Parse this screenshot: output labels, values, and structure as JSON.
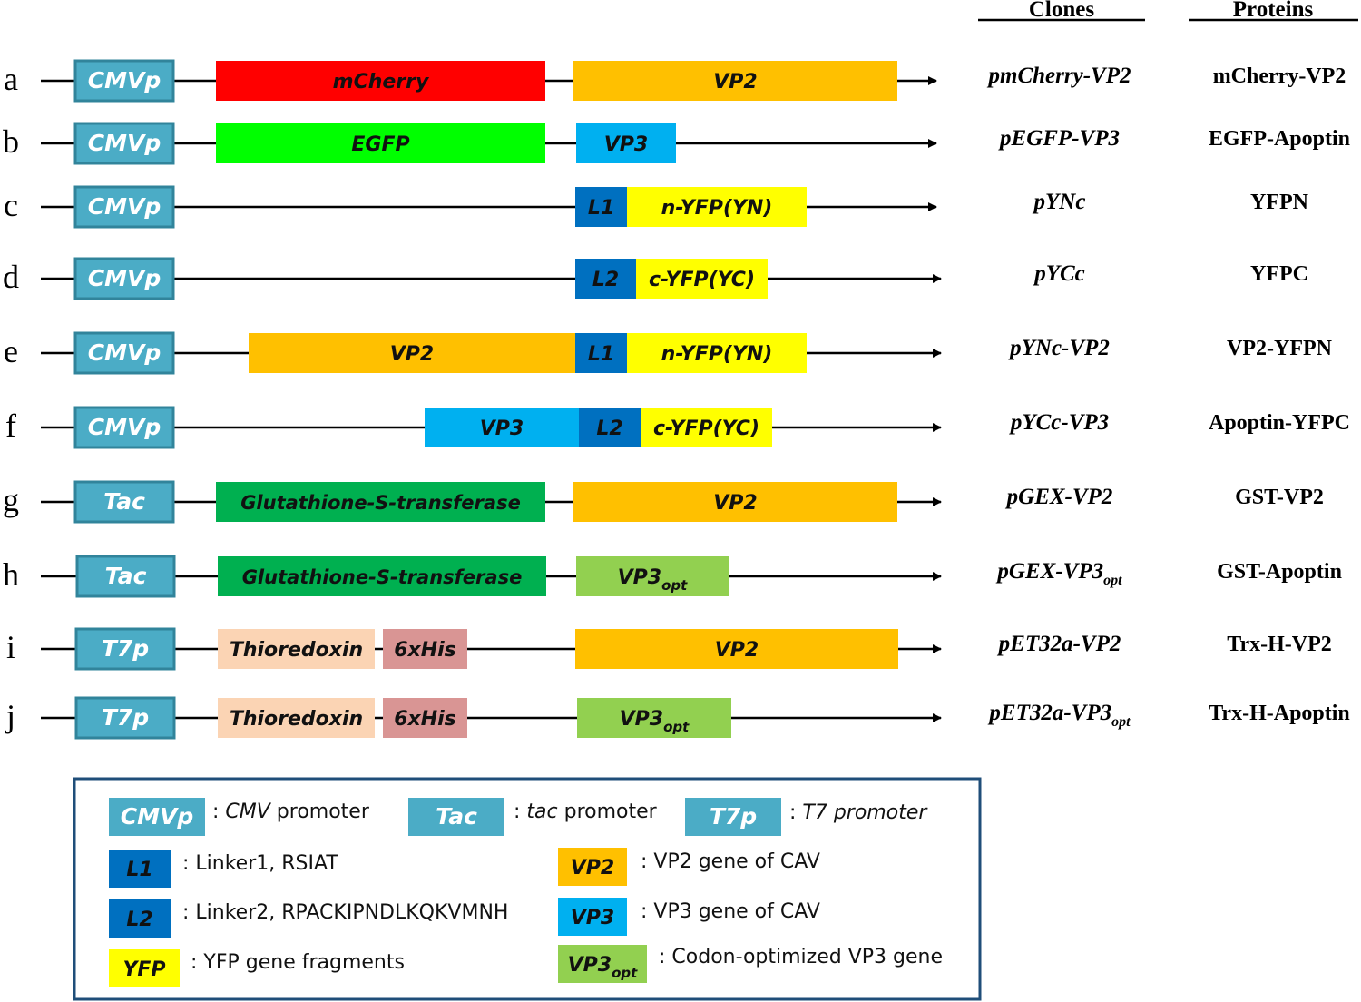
{
  "headers": {
    "clones": "Clones",
    "proteins": "Proteins"
  },
  "colors": {
    "promoter": "#4bacc6",
    "promoter_border": "#31849b",
    "mcherry": "#ff0000",
    "vp2": "#ffc000",
    "egfp": "#00ff00",
    "vp3": "#00b0f0",
    "linker": "#0070c0",
    "yfp": "#ffff00",
    "gst": "#00b050",
    "vp3opt": "#92d050",
    "thioredoxin": "#fbd4b4",
    "his": "#d99594",
    "legend_border": "#1f4e79"
  },
  "constructs": [
    {
      "letter": "a",
      "clone": "pmCherry-VP2",
      "clone_sub": "",
      "protein": "mCherry-VP2",
      "blocks": [
        {
          "label": "CMVp",
          "color": "promoter"
        },
        {
          "label": "mCherry",
          "color": "mcherry"
        },
        {
          "label": "VP2",
          "color": "vp2"
        }
      ]
    },
    {
      "letter": "b",
      "clone": "pEGFP-VP3",
      "clone_sub": "",
      "protein": "EGFP-Apoptin",
      "blocks": [
        {
          "label": "CMVp",
          "color": "promoter"
        },
        {
          "label": "EGFP",
          "color": "egfp"
        },
        {
          "label": "VP3",
          "color": "vp3"
        }
      ]
    },
    {
      "letter": "c",
      "clone": "pYNc",
      "clone_sub": "",
      "protein": "YFPN",
      "blocks": [
        {
          "label": "CMVp",
          "color": "promoter"
        },
        {
          "label": "L1",
          "color": "linker"
        },
        {
          "label": "n-YFP(YN)",
          "color": "yfp"
        }
      ]
    },
    {
      "letter": "d",
      "clone": "pYCc",
      "clone_sub": "",
      "protein": "YFPC",
      "blocks": [
        {
          "label": "CMVp",
          "color": "promoter"
        },
        {
          "label": "L2",
          "color": "linker"
        },
        {
          "label": "c-YFP(YC)",
          "color": "yfp"
        }
      ]
    },
    {
      "letter": "e",
      "clone": "pYNc-VP2",
      "clone_sub": "",
      "protein": "VP2-YFPN",
      "blocks": [
        {
          "label": "CMVp",
          "color": "promoter"
        },
        {
          "label": "VP2",
          "color": "vp2"
        },
        {
          "label": "L1",
          "color": "linker"
        },
        {
          "label": "n-YFP(YN)",
          "color": "yfp"
        }
      ]
    },
    {
      "letter": "f",
      "clone": "pYCc-VP3",
      "clone_sub": "",
      "protein": "Apoptin-YFPC",
      "blocks": [
        {
          "label": "CMVp",
          "color": "promoter"
        },
        {
          "label": "VP3",
          "color": "vp3"
        },
        {
          "label": "L2",
          "color": "linker"
        },
        {
          "label": "c-YFP(YC)",
          "color": "yfp"
        }
      ]
    },
    {
      "letter": "g",
      "clone": "pGEX-VP2",
      "clone_sub": "",
      "protein": "GST-VP2",
      "blocks": [
        {
          "label": "Tac",
          "color": "promoter"
        },
        {
          "label": "Glutathione-S-transferase",
          "color": "gst"
        },
        {
          "label": "VP2",
          "color": "vp2"
        }
      ]
    },
    {
      "letter": "h",
      "clone": "pGEX-VP3",
      "clone_sub": "opt",
      "protein": "GST-Apoptin",
      "blocks": [
        {
          "label": "Tac",
          "color": "promoter"
        },
        {
          "label": "Glutathione-S-transferase",
          "color": "gst"
        },
        {
          "label": "VP3",
          "sub": "opt",
          "color": "vp3opt"
        }
      ]
    },
    {
      "letter": "i",
      "clone": "pET32a-VP2",
      "clone_sub": "",
      "protein": "Trx-H-VP2",
      "blocks": [
        {
          "label": "T7p",
          "color": "promoter"
        },
        {
          "label": "Thioredoxin",
          "color": "thioredoxin"
        },
        {
          "label": "6xHis",
          "color": "his"
        },
        {
          "label": "VP2",
          "color": "vp2"
        }
      ]
    },
    {
      "letter": "j",
      "clone": "pET32a-VP3",
      "clone_sub": "opt",
      "protein": "Trx-H-Apoptin",
      "blocks": [
        {
          "label": "T7p",
          "color": "promoter"
        },
        {
          "label": "Thioredoxin",
          "color": "thioredoxin"
        },
        {
          "label": "6xHis",
          "color": "his"
        },
        {
          "label": "VP3",
          "sub": "opt",
          "color": "vp3opt"
        }
      ]
    }
  ],
  "legend": [
    {
      "key": "CMVp",
      "color": "promoter",
      "parts": [
        {
          "t": ": "
        },
        {
          "t": "CMV",
          "i": true
        },
        {
          "t": " promoter"
        }
      ]
    },
    {
      "key": "Tac",
      "color": "promoter",
      "parts": [
        {
          "t": ": "
        },
        {
          "t": "tac",
          "i": true
        },
        {
          "t": " promoter"
        }
      ]
    },
    {
      "key": "T7p",
      "color": "promoter",
      "parts": [
        {
          "t": ": "
        },
        {
          "t": "T7 promoter",
          "i": true
        }
      ]
    },
    {
      "key": "L1",
      "color": "linker",
      "parts": [
        {
          "t": ": Linker1, RSIAT"
        }
      ]
    },
    {
      "key": "VP2",
      "color": "vp2",
      "parts": [
        {
          "t": ": VP2 gene of CAV"
        }
      ]
    },
    {
      "key": "L2",
      "color": "linker",
      "parts": [
        {
          "t": ": Linker2, RPACKIPNDLKQKVMNH"
        }
      ]
    },
    {
      "key": "VP3",
      "color": "vp3",
      "parts": [
        {
          "t": ": VP3 gene of CAV"
        }
      ]
    },
    {
      "key": "YFP",
      "color": "yfp",
      "parts": [
        {
          "t": ": YFP gene fragments"
        }
      ]
    },
    {
      "key": "VP3",
      "key_sub": "opt",
      "color": "vp3opt",
      "parts": [
        {
          "t": ": Codon-optimized  VP3 gene"
        }
      ]
    }
  ]
}
